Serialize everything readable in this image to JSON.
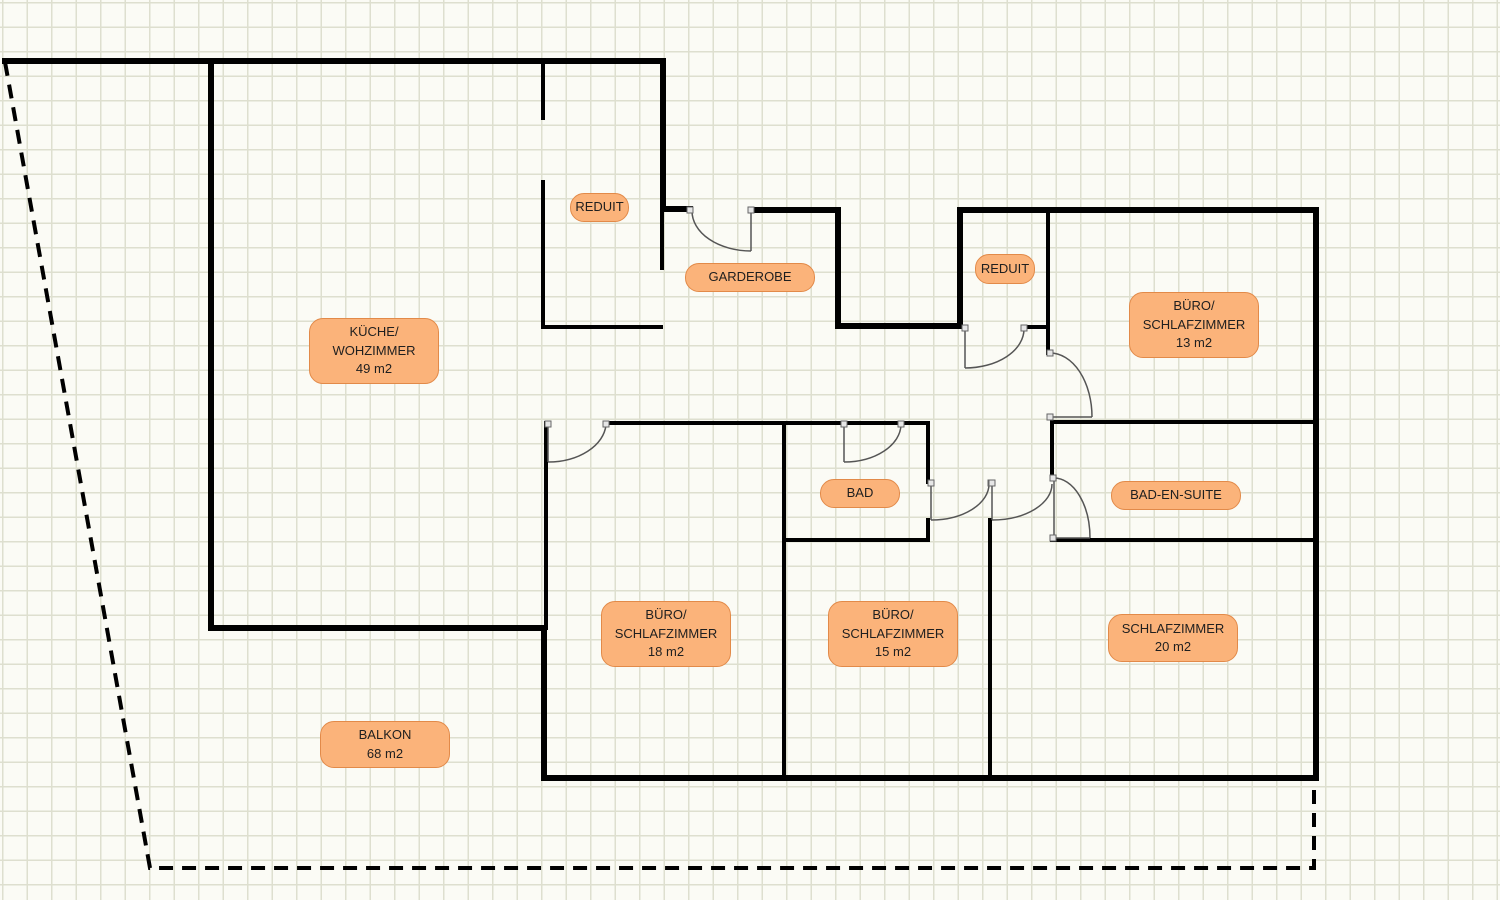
{
  "rooms": {
    "kueche": {
      "line1": "KÜCHE/",
      "line2": "WOHZIMMER",
      "area": "49 m2"
    },
    "reduit_left": {
      "name": "REDUIT"
    },
    "garderobe": {
      "name": "GARDEROBE"
    },
    "reduit_right": {
      "name": "REDUIT"
    },
    "buero_ne": {
      "line1": "BÜRO/",
      "line2": "SCHLAFZIMMER",
      "area": "13 m2"
    },
    "bad": {
      "name": "BAD"
    },
    "bad_en_suite": {
      "name": "BAD-EN-SUITE"
    },
    "buero_18": {
      "line1": "BÜRO/",
      "line2": "SCHLAFZIMMER",
      "area": "18 m2"
    },
    "buero_15": {
      "line1": "BÜRO/",
      "line2": "SCHLAFZIMMER",
      "area": "15 m2"
    },
    "schlafzimmer": {
      "name": "SCHLAFZIMMER",
      "area": "20 m2"
    },
    "balkon": {
      "name": "BALKON",
      "area": "68 m2"
    }
  },
  "colors": {
    "background": "#fbfbf5",
    "grid": "#dedfcf",
    "wall": "#000000",
    "label_fill": "#fbb37a",
    "label_border": "#e28a49"
  }
}
